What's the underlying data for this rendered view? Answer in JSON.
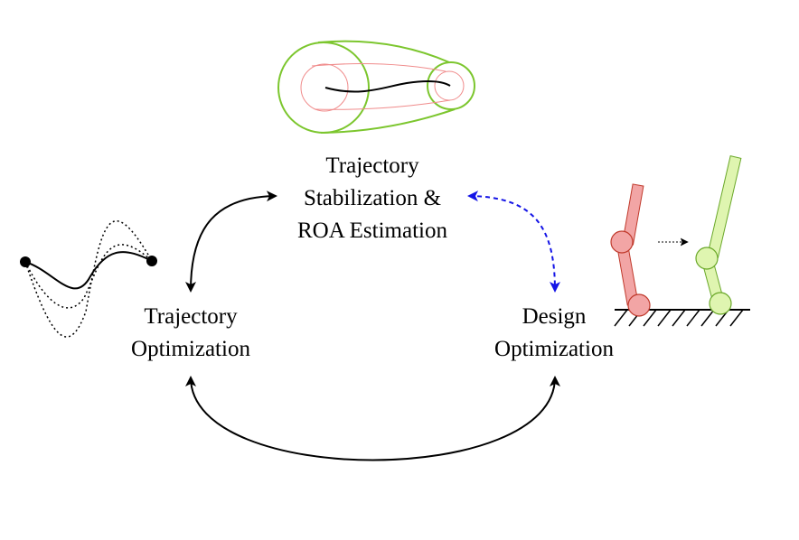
{
  "nodes": {
    "stabilization": {
      "line1": "Trajectory",
      "line2": "Stabilization &",
      "line3": "ROA Estimation"
    },
    "trajectory_opt": {
      "line1": "Trajectory",
      "line2": "Optimization"
    },
    "design_opt": {
      "line1": "Design",
      "line2": "Optimization"
    }
  },
  "edges": [
    {
      "from": "trajectory_opt",
      "to": "stabilization",
      "style": "solid",
      "direction": "both"
    },
    {
      "from": "stabilization",
      "to": "design_opt",
      "style": "dashed",
      "direction": "both"
    },
    {
      "from": "trajectory_opt",
      "to": "design_opt",
      "style": "solid",
      "direction": "both"
    }
  ],
  "colors": {
    "edge": "#000000",
    "edge_dashed": "#1414e6",
    "roa_funnel": "#7cc62e",
    "roa_inner": "#f08c8c",
    "robot_before_fill": "#f2a5a5",
    "robot_before_stroke": "#c0392b",
    "robot_after_fill": "#dff5b0",
    "robot_after_stroke": "#6aa829"
  },
  "icons": {
    "top": "roa-funnel-icon",
    "left": "trajectory-curves-icon",
    "right": "robot-leg-design-icon"
  }
}
